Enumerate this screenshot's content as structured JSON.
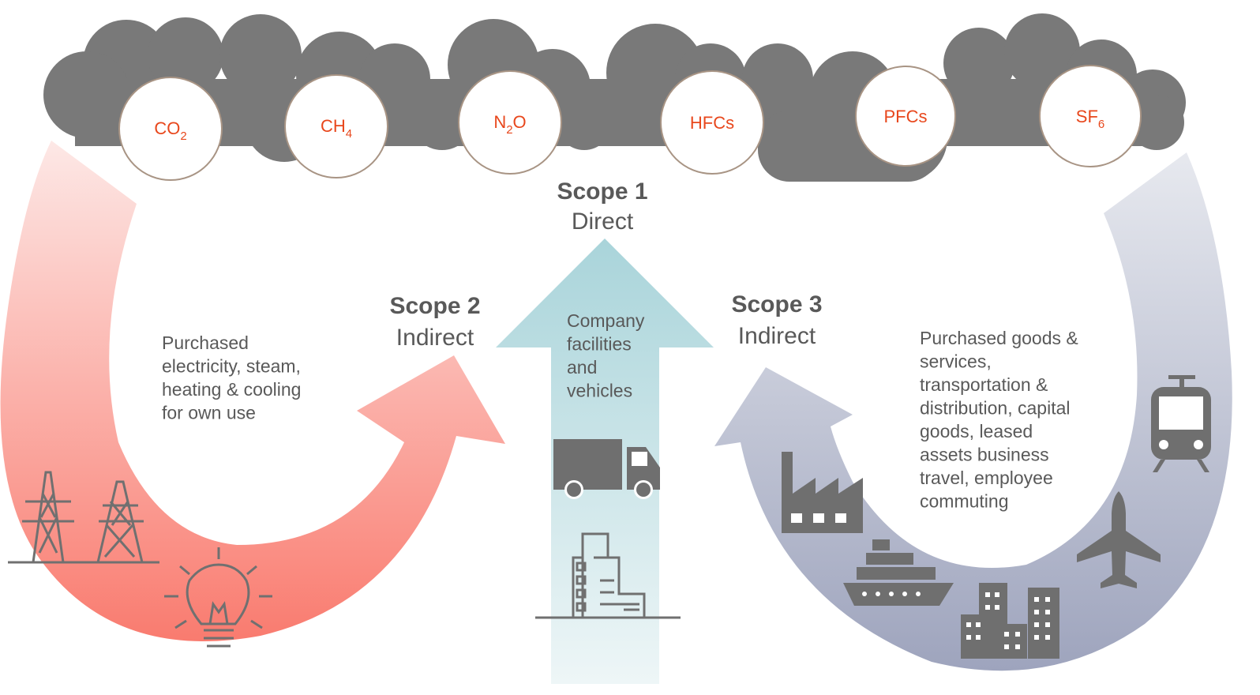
{
  "colors": {
    "cloud": "#797979",
    "gas_text": "#e8471c",
    "scope2_arrow": "#f97b6f",
    "scope1_arrow": "#a9d4da",
    "scope3_arrow": "#9ea4bd",
    "text": "#595959"
  },
  "gases": [
    {
      "base": "CO",
      "sub": "2",
      "after": ""
    },
    {
      "base": "CH",
      "sub": "4",
      "after": ""
    },
    {
      "base": "N",
      "sub": "2",
      "after": "O"
    },
    {
      "base": "HFCs",
      "sub": "",
      "after": ""
    },
    {
      "base": "PFCs",
      "sub": "",
      "after": ""
    },
    {
      "base": "SF",
      "sub": "6",
      "after": ""
    }
  ],
  "scope1": {
    "title": "Scope 1",
    "subtitle": "Direct",
    "description": [
      "Company",
      "facilities",
      "and",
      "vehicles"
    ],
    "icons": [
      "truck-icon",
      "office-building-icon"
    ]
  },
  "scope2": {
    "title": "Scope 2",
    "subtitle": "Indirect",
    "description": [
      "Purchased",
      "electricity, steam,",
      "heating & cooling",
      "for own use"
    ],
    "icons": [
      "power-pylon-icon",
      "light-bulb-icon"
    ]
  },
  "scope3": {
    "title": "Scope 3",
    "subtitle": "Indirect",
    "description": [
      "Purchased goods &",
      "services,",
      "transportation &",
      "distribution, capital",
      "goods, leased",
      "assets business",
      "travel,  employee",
      "commuting"
    ],
    "icons": [
      "factory-icon",
      "ship-icon",
      "city-buildings-icon",
      "airplane-icon",
      "train-icon"
    ]
  }
}
